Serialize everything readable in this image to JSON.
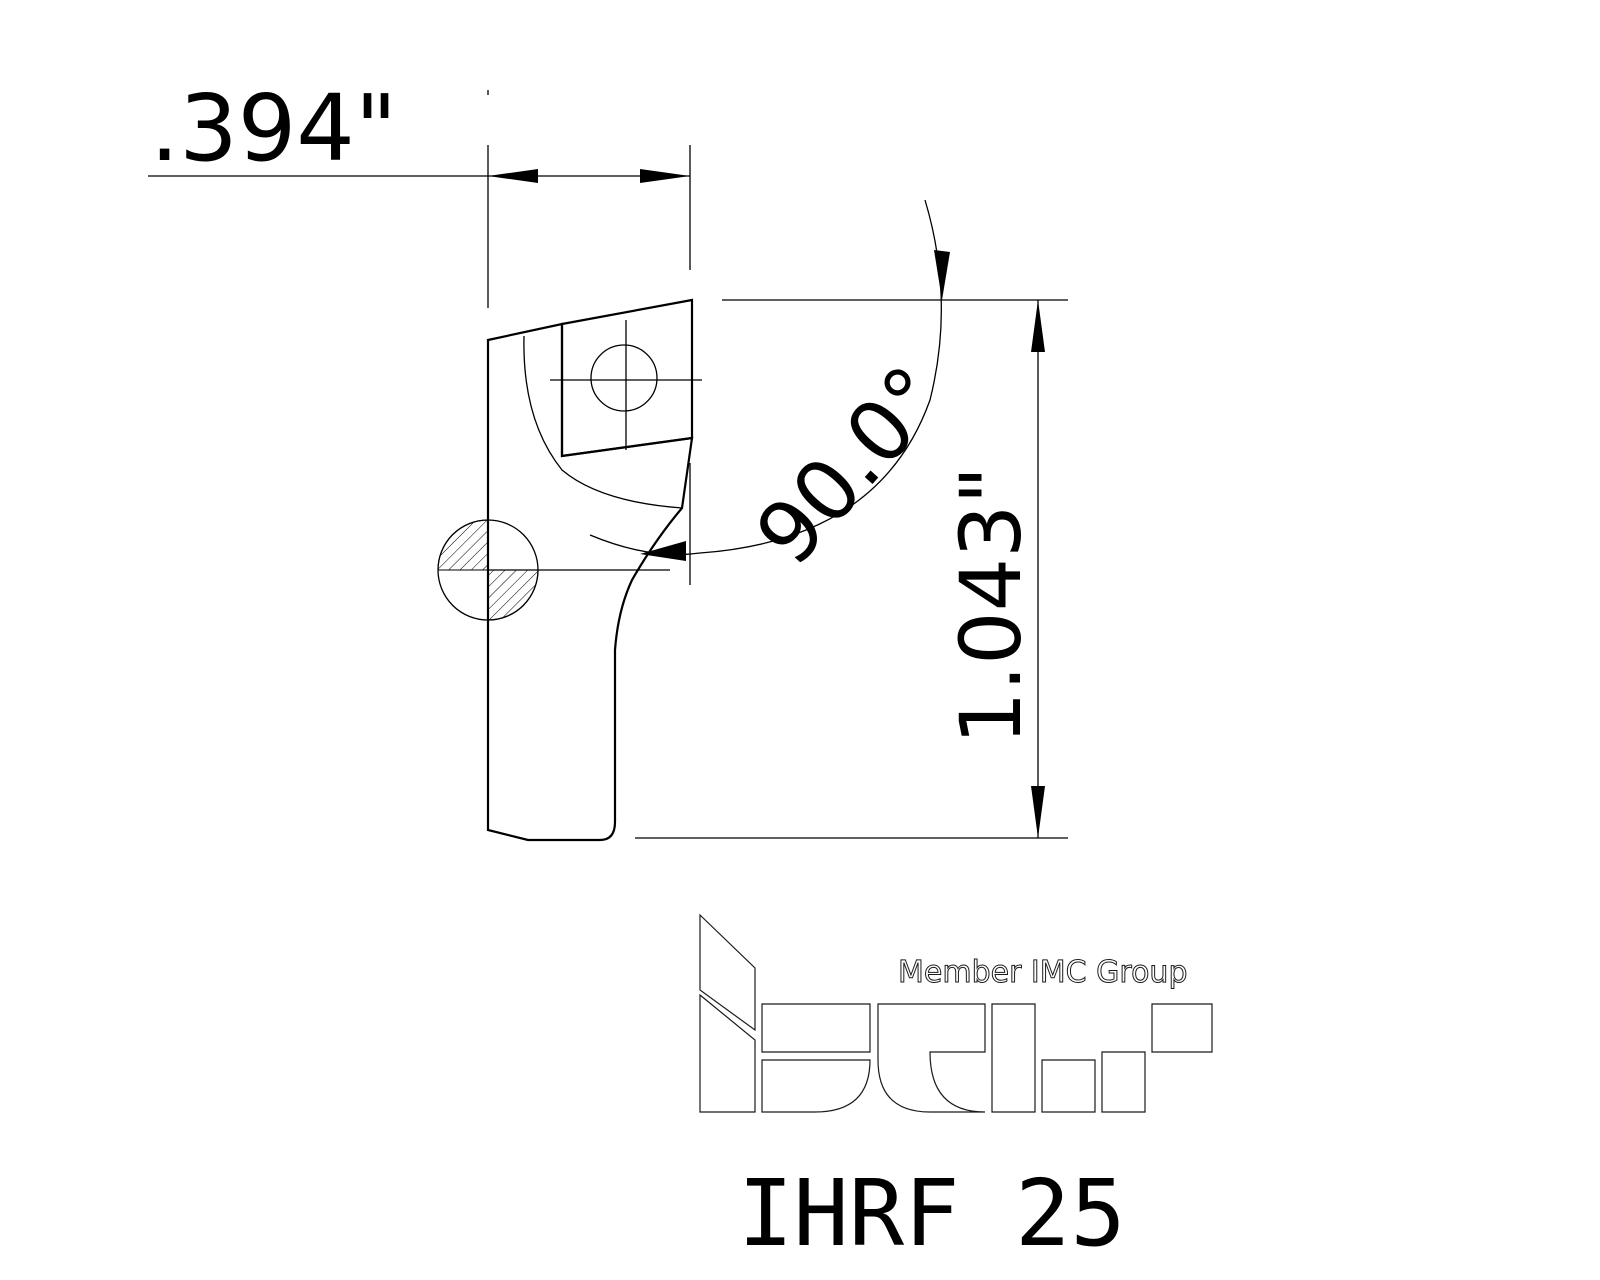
{
  "dimensions": {
    "width_label": ".394\"",
    "height_label": "1.043\"",
    "angle_label": "90.0°"
  },
  "logo": {
    "tagline": "Member IMC Group",
    "brand": "iscar"
  },
  "title": "IHRF 25",
  "colors": {
    "ink": "#000000",
    "logo_outline": "#1a1a1a",
    "background": "#ffffff"
  }
}
